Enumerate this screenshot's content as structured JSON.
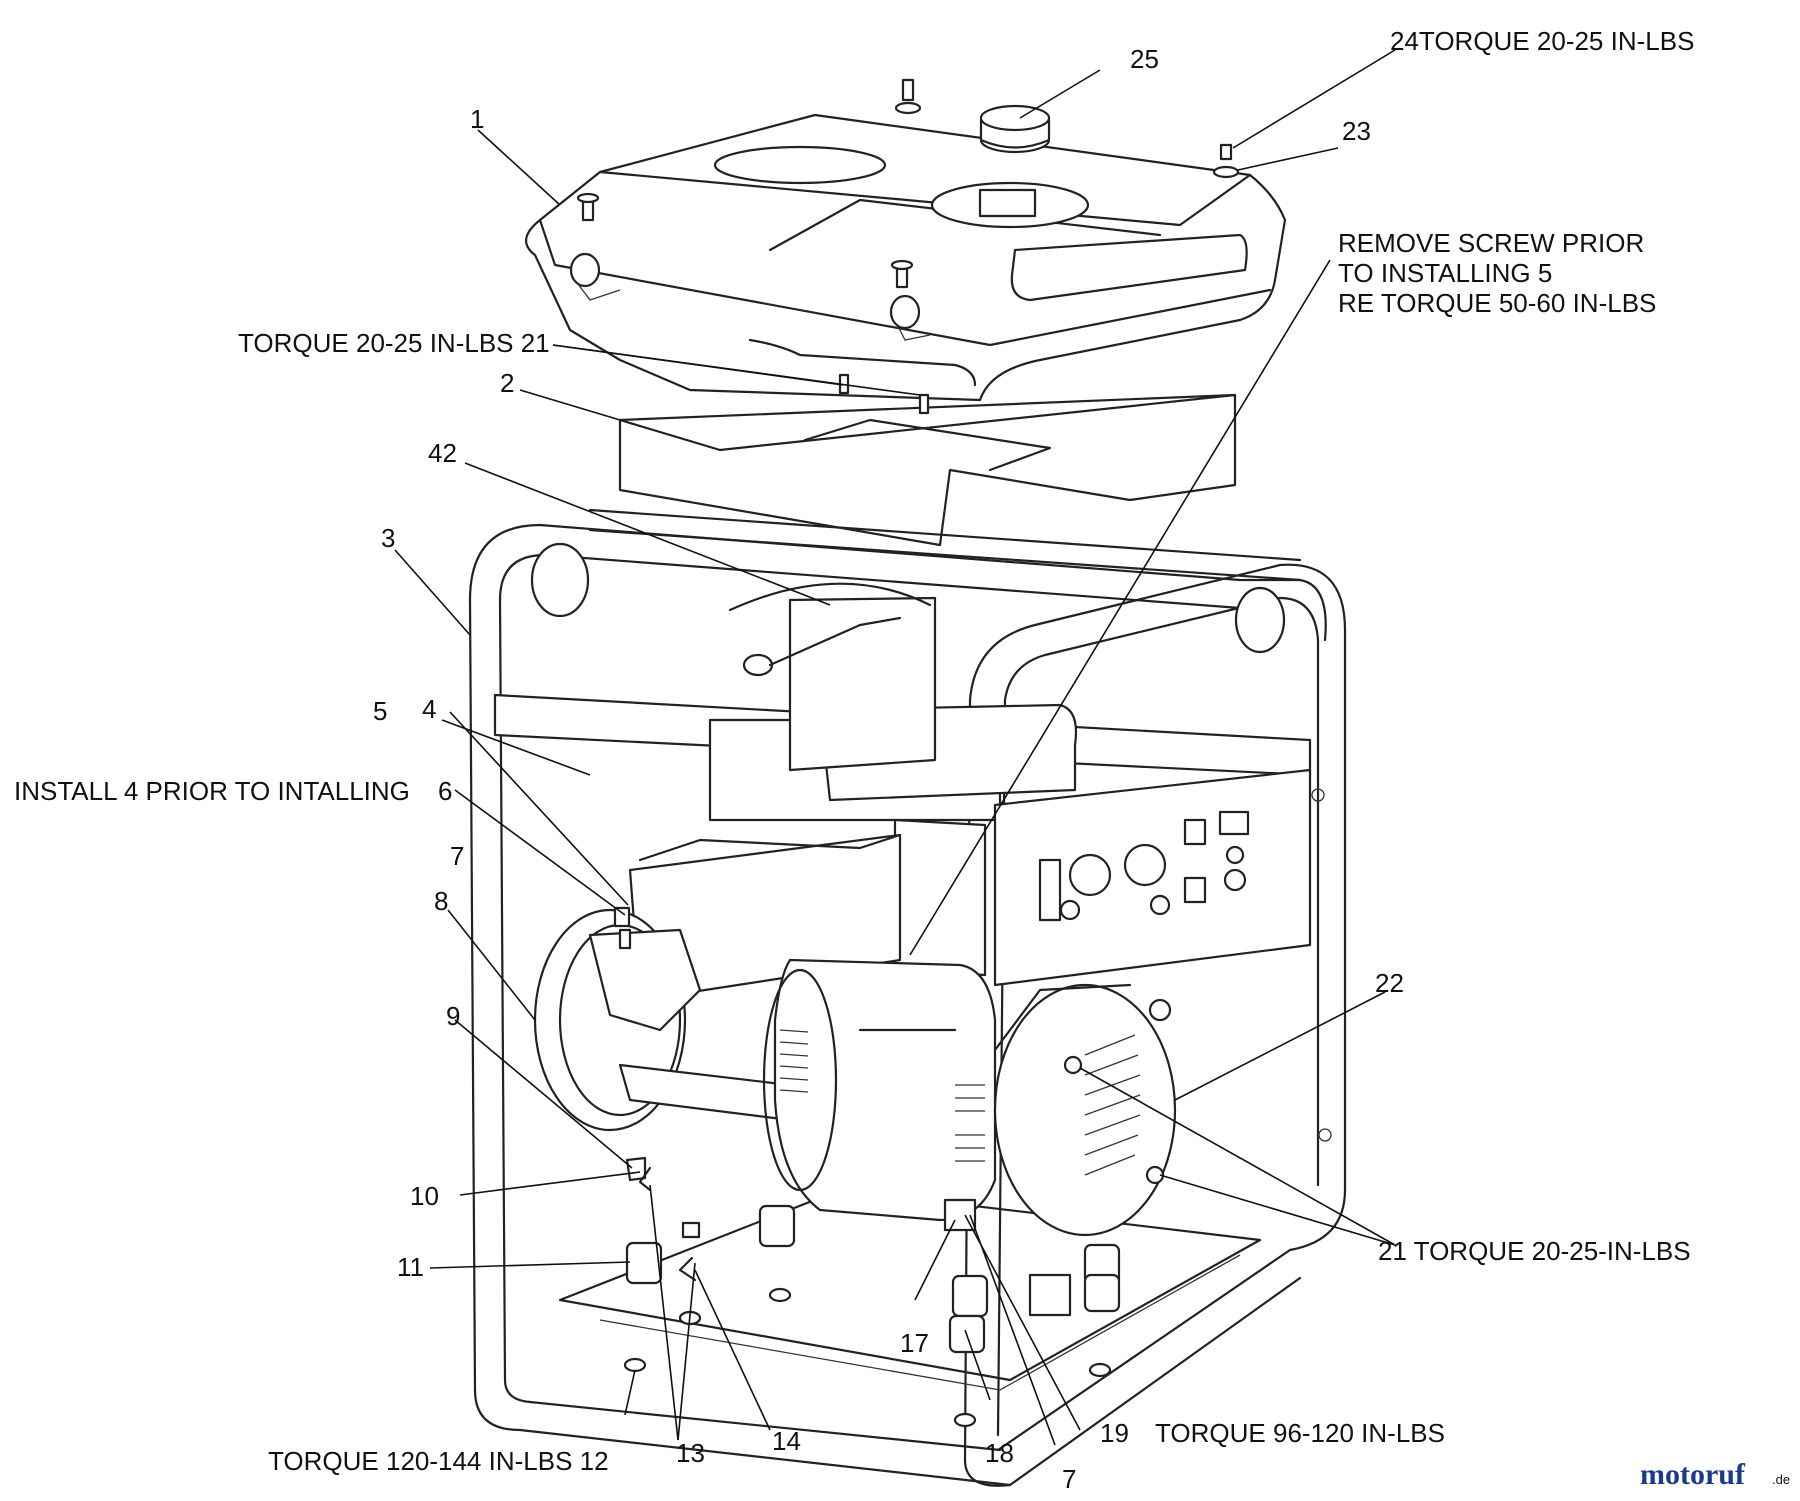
{
  "labels": {
    "l1": "1",
    "l2": "2",
    "l3": "3",
    "l4": "4",
    "l5": "5",
    "l6": "6",
    "l7a": "7",
    "l7b": "7",
    "l8": "8",
    "l9": "9",
    "l10": "10",
    "l11": "11",
    "l13": "13",
    "l14": "14",
    "l17": "17",
    "l18": "18",
    "l19": "19",
    "l22": "22",
    "l23": "23",
    "l25": "25",
    "l42": "42"
  },
  "notes": {
    "n24": "24TORQUE 20-25 IN-LBS",
    "n21a": "TORQUE 20-25 IN-LBS 21",
    "n21b": "21 TORQUE 20-25-IN-LBS",
    "n_remove1": "REMOVE SCREW PRIOR",
    "n_remove2": "TO INSTALLING 5",
    "n_remove3": "RE TORQUE 50-60 IN-LBS",
    "n_install": "INSTALL 4 PRIOR TO INTALLING",
    "n19": "TORQUE 96-120 IN-LBS",
    "n12": "TORQUE 120-144 IN-LBS 12"
  },
  "watermark": {
    "brand": "motoruf",
    "tld": ".de",
    "brand_color": "#1a3a8c",
    "accent_color": "#e05a1a"
  }
}
